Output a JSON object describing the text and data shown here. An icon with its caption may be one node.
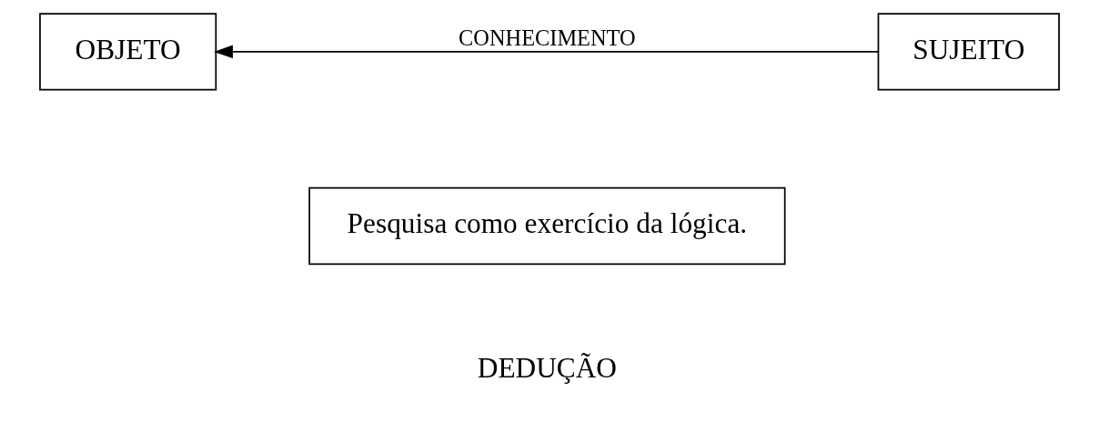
{
  "diagram": {
    "nodes": [
      {
        "text": [
          "OBJETO"
        ]
      },
      {
        "text": [
          "SUJEITO"
        ]
      },
      {
        "text": [
          "Pesquisa como exercício da lógica."
        ]
      }
    ],
    "edges": [
      {
        "from": 1,
        "to": 0,
        "arrow": "to",
        "label": "CONHECIMENTO"
      }
    ],
    "labels": [
      "DEDUÇÃO"
    ]
  }
}
